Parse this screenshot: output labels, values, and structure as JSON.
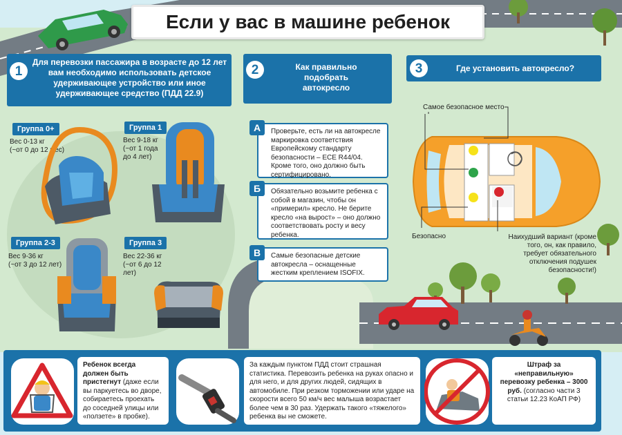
{
  "title": "Если у вас в машине ребенок",
  "section1": {
    "number": "1",
    "heading": "Для перевозки пассажира в возрасте до 12 лет вам необходимо использовать детское удерживающее устройство или иное удерживающее средство (ПДД 22.9)",
    "groups": [
      {
        "label": "Группа 0+",
        "weight": "Вес 0-13 кг",
        "age": "(~от 0 до 12 мес)"
      },
      {
        "label": "Группа 1",
        "weight": "Вес 9-18 кг",
        "age": "(~от 1 года до 4 лет)"
      },
      {
        "label": "Группа 2-3",
        "weight": "Вес 9-36 кг",
        "age": "(~от 3 до 12 лет)"
      },
      {
        "label": "Группа 3",
        "weight": "Вес 22-36 кг",
        "age": "(~от 6 до 12 лет)"
      }
    ]
  },
  "section2": {
    "number": "2",
    "heading": "Как правильно подобрать автокресло",
    "tips": [
      {
        "letter": "А",
        "text": "Проверьте, есть ли на автокресле маркировка соответствия Европейскому стандарту безопасности – ECE R44/04. Кроме того, оно должно быть сертифицировано."
      },
      {
        "letter": "Б",
        "text": "Обязательно возьмите ребенка с собой в магазин, чтобы он «примерил» кресло. Не берите кресло «на вырост» – оно должно соответствовать росту и весу ребенка."
      },
      {
        "letter": "В",
        "text": "Самые безопасные детские автокресла – оснащенные жестким креплением ISOFIX."
      }
    ]
  },
  "section3": {
    "number": "3",
    "heading": "Где установить автокресло?",
    "safest_label": "Самое безопасное место",
    "safe_label": "Безопасно",
    "worst_label": "Наихудший вариант (кроме того, он, как правило, требует обязательного отключения подушек безопасности!)"
  },
  "bottom": {
    "buckle": "Ребенок всегда должен быть пристегнут (даже если вы паркуетесь во дворе, собираетесь проехать до соседней улицы или «ползете» в пробке).",
    "buckle_bold": "Ребенок всегда должен быть пристегнут",
    "buckle_rest": " (даже если вы паркуетесь во дворе, собираетесь проехать до соседней улицы или «ползете» в пробке).",
    "stats": "За каждым пунктом ПДД стоит страшная статистика. Перевозить ребенка на руках опасно и для него, и для других людей, сидящих в автомобиле. При резком торможении или ударе на скорости всего 50 км/ч вес малыша возрастает более чем в 30 раз. Удержать такого «тяжелого» ребенка вы не сможете.",
    "fine_bold": "Штраф за «неправильную» перевозку ребенка – 3000 руб.",
    "fine_rest": " (согласно части 3 статьи 12.23 КоАП РФ)"
  },
  "colors": {
    "accent": "#1b72a9",
    "car": "#f5a02a",
    "grass": "#c8e2c4",
    "road": "#6f7a82"
  }
}
